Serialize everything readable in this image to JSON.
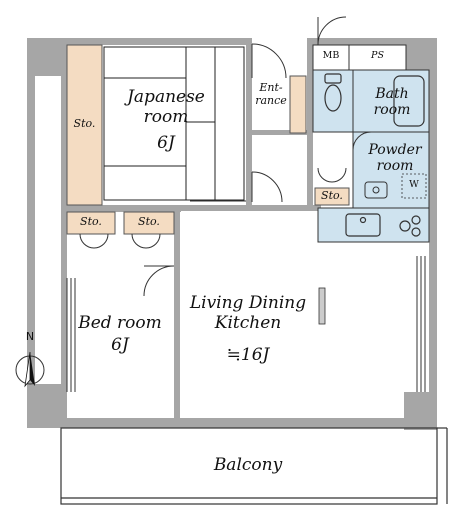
{
  "rooms": {
    "japanese": {
      "name": "Japanese\nroom",
      "size": "6J"
    },
    "bedroom": {
      "name": "Bed room",
      "size": "6J"
    },
    "living": {
      "name": "Living Dining\nKitchen",
      "size": "≒16J"
    },
    "bath": {
      "name": "Bath\nroom"
    },
    "powder": {
      "name": "Powder\nroom"
    },
    "entrance": {
      "name": "Ent-\nrance"
    },
    "balcony": {
      "name": "Balcony"
    }
  },
  "storage": {
    "japanese": "Sto.",
    "bed_left": "Sto.",
    "bed_right": "Sto.",
    "hall": "Sto."
  },
  "utilities": {
    "mb": "MB",
    "ps": "PS",
    "washer": "W"
  },
  "compass": {
    "label": "N"
  },
  "colors": {
    "wall": "#a6a6a6",
    "storage_fill": "#f4dcc2",
    "wet_fill": "#cfe3ef",
    "tatami_line": "#222222"
  }
}
